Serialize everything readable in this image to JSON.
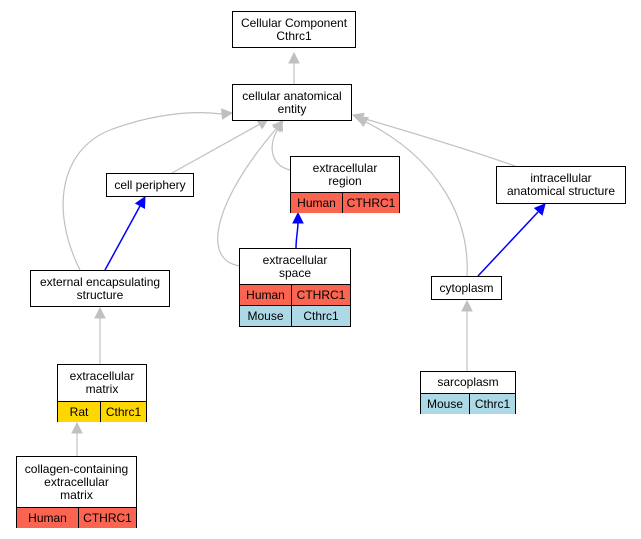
{
  "diagram": {
    "colors": {
      "is_a_edge": "#c0c0c0",
      "part_of_edge": "#0000ff",
      "human": "#fa6450",
      "mouse": "#add8e6",
      "rat": "#ffd700"
    },
    "nodes": {
      "root": {
        "lines": [
          "Cellular Component",
          "Cthrc1"
        ]
      },
      "cae": {
        "lines": [
          "cellular anatomical",
          "entity"
        ]
      },
      "periphery": {
        "lines": [
          "cell periphery"
        ]
      },
      "ecregion": {
        "lines": [
          "extracellular",
          "region"
        ],
        "annotations": [
          {
            "species": "Human",
            "gene": "CTHRC1",
            "color": "#fa6450"
          }
        ]
      },
      "intracellular": {
        "lines": [
          "intracellular",
          "anatomical structure"
        ]
      },
      "encap": {
        "lines": [
          "external encapsulating",
          "structure"
        ]
      },
      "ecspace": {
        "lines": [
          "extracellular",
          "space"
        ],
        "annotations": [
          {
            "species": "Human",
            "gene": "CTHRC1",
            "color": "#fa6450"
          },
          {
            "species": "Mouse",
            "gene": "Cthrc1",
            "color": "#add8e6"
          }
        ]
      },
      "cytoplasm": {
        "lines": [
          "cytoplasm"
        ]
      },
      "ecm": {
        "lines": [
          "extracellular",
          "matrix"
        ],
        "annotations": [
          {
            "species": "Rat",
            "gene": "Cthrc1",
            "color": "#ffd700"
          }
        ]
      },
      "sarcoplasm": {
        "lines": [
          "sarcoplasm"
        ],
        "annotations": [
          {
            "species": "Mouse",
            "gene": "Cthrc1",
            "color": "#add8e6"
          }
        ]
      },
      "collagen": {
        "lines": [
          "collagen-containing",
          "extracellular",
          "matrix"
        ],
        "annotations": [
          {
            "species": "Human",
            "gene": "CTHRC1",
            "color": "#fa6450"
          }
        ]
      }
    },
    "edges": [
      {
        "from": "cae",
        "to": "root",
        "type": "is_a"
      },
      {
        "from": "periphery",
        "to": "cae",
        "type": "is_a"
      },
      {
        "from": "ecregion",
        "to": "cae",
        "type": "is_a"
      },
      {
        "from": "intracellular",
        "to": "cae",
        "type": "is_a"
      },
      {
        "from": "encap",
        "to": "cae",
        "type": "is_a"
      },
      {
        "from": "encap",
        "to": "periphery",
        "type": "part_of"
      },
      {
        "from": "ecspace",
        "to": "cae",
        "type": "is_a"
      },
      {
        "from": "ecspace",
        "to": "ecregion",
        "type": "part_of"
      },
      {
        "from": "cytoplasm",
        "to": "cae",
        "type": "is_a"
      },
      {
        "from": "cytoplasm",
        "to": "intracellular",
        "type": "part_of"
      },
      {
        "from": "ecm",
        "to": "encap",
        "type": "is_a"
      },
      {
        "from": "sarcoplasm",
        "to": "cytoplasm",
        "type": "is_a"
      },
      {
        "from": "collagen",
        "to": "ecm",
        "type": "is_a"
      }
    ]
  }
}
